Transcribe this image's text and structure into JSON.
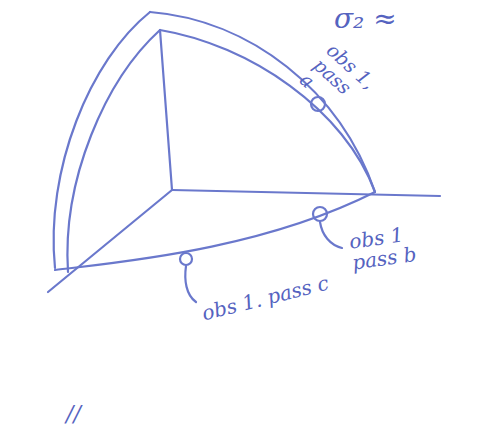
{
  "diagram": {
    "labels": [
      "σ₂ ≈",
      "obs 1, pass a",
      "obs 1 pass b",
      "obs 1. pass c",
      "//"
    ]
  }
}
